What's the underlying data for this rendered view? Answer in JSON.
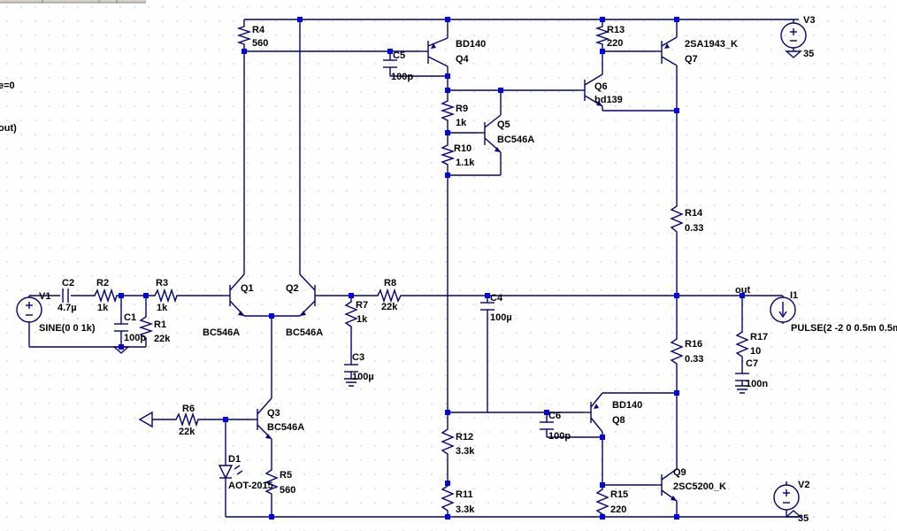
{
  "clipped_texts": [
    "e=0",
    "out)"
  ],
  "net_label": "out",
  "components": {
    "R4": {
      "name": "R4",
      "value": "560"
    },
    "R13": {
      "name": "R13",
      "value": "220"
    },
    "V3": {
      "name": "V3",
      "value": "35"
    },
    "C5": {
      "name": "C5",
      "value": "100p"
    },
    "Q4": {
      "name": "Q4",
      "model": "BD140"
    },
    "Q7": {
      "name": "Q7",
      "model": "2SA1943_K"
    },
    "Q6": {
      "name": "Q6",
      "model": "bd139"
    },
    "R9": {
      "name": "R9",
      "value": "1k"
    },
    "Q5": {
      "name": "Q5",
      "model": "BC546A"
    },
    "R10": {
      "name": "R10",
      "value": "1.1k"
    },
    "R14": {
      "name": "R14",
      "value": "0.33"
    },
    "V1": {
      "name": "V1",
      "value": "SINE(0 0 1k)"
    },
    "C2": {
      "name": "C2",
      "value": "4.7µ"
    },
    "R2": {
      "name": "R2",
      "value": "1k"
    },
    "R3": {
      "name": "R3",
      "value": "1k"
    },
    "C1": {
      "name": "C1",
      "value": "100p"
    },
    "R1": {
      "name": "R1",
      "value": "22k"
    },
    "Q1": {
      "name": "Q1",
      "model": "BC546A"
    },
    "Q2": {
      "name": "Q2",
      "model": "BC546A"
    },
    "R7": {
      "name": "R7",
      "value": "1k"
    },
    "R8": {
      "name": "R8",
      "value": "22k"
    },
    "C4": {
      "name": "C4",
      "value": "100µ"
    },
    "I1": {
      "name": "I1",
      "value": "PULSE(2 -2 0 0.5m 0.5m"
    },
    "R16": {
      "name": "R16",
      "value": "0.33"
    },
    "R17": {
      "name": "R17",
      "value": "10"
    },
    "C7": {
      "name": "C7",
      "value": "100n"
    },
    "C3": {
      "name": "C3",
      "value": "100µ"
    },
    "R6": {
      "name": "R6",
      "value": "22k"
    },
    "Q3": {
      "name": "Q3",
      "model": "BC546A"
    },
    "D1": {
      "name": "D1",
      "model": "AOT-2015"
    },
    "R5": {
      "name": "R5",
      "value": "560"
    },
    "R12": {
      "name": "R12",
      "value": "3.3k"
    },
    "C6": {
      "name": "C6",
      "value": "100p"
    },
    "Q8": {
      "name": "Q8",
      "model": "BD140"
    },
    "Q9": {
      "name": "Q9",
      "model": "2SC5200_K"
    },
    "R15": {
      "name": "R15",
      "value": "220"
    },
    "R11": {
      "name": "R11",
      "value": "3.3k"
    },
    "V2": {
      "name": "V2",
      "value": "35"
    }
  }
}
